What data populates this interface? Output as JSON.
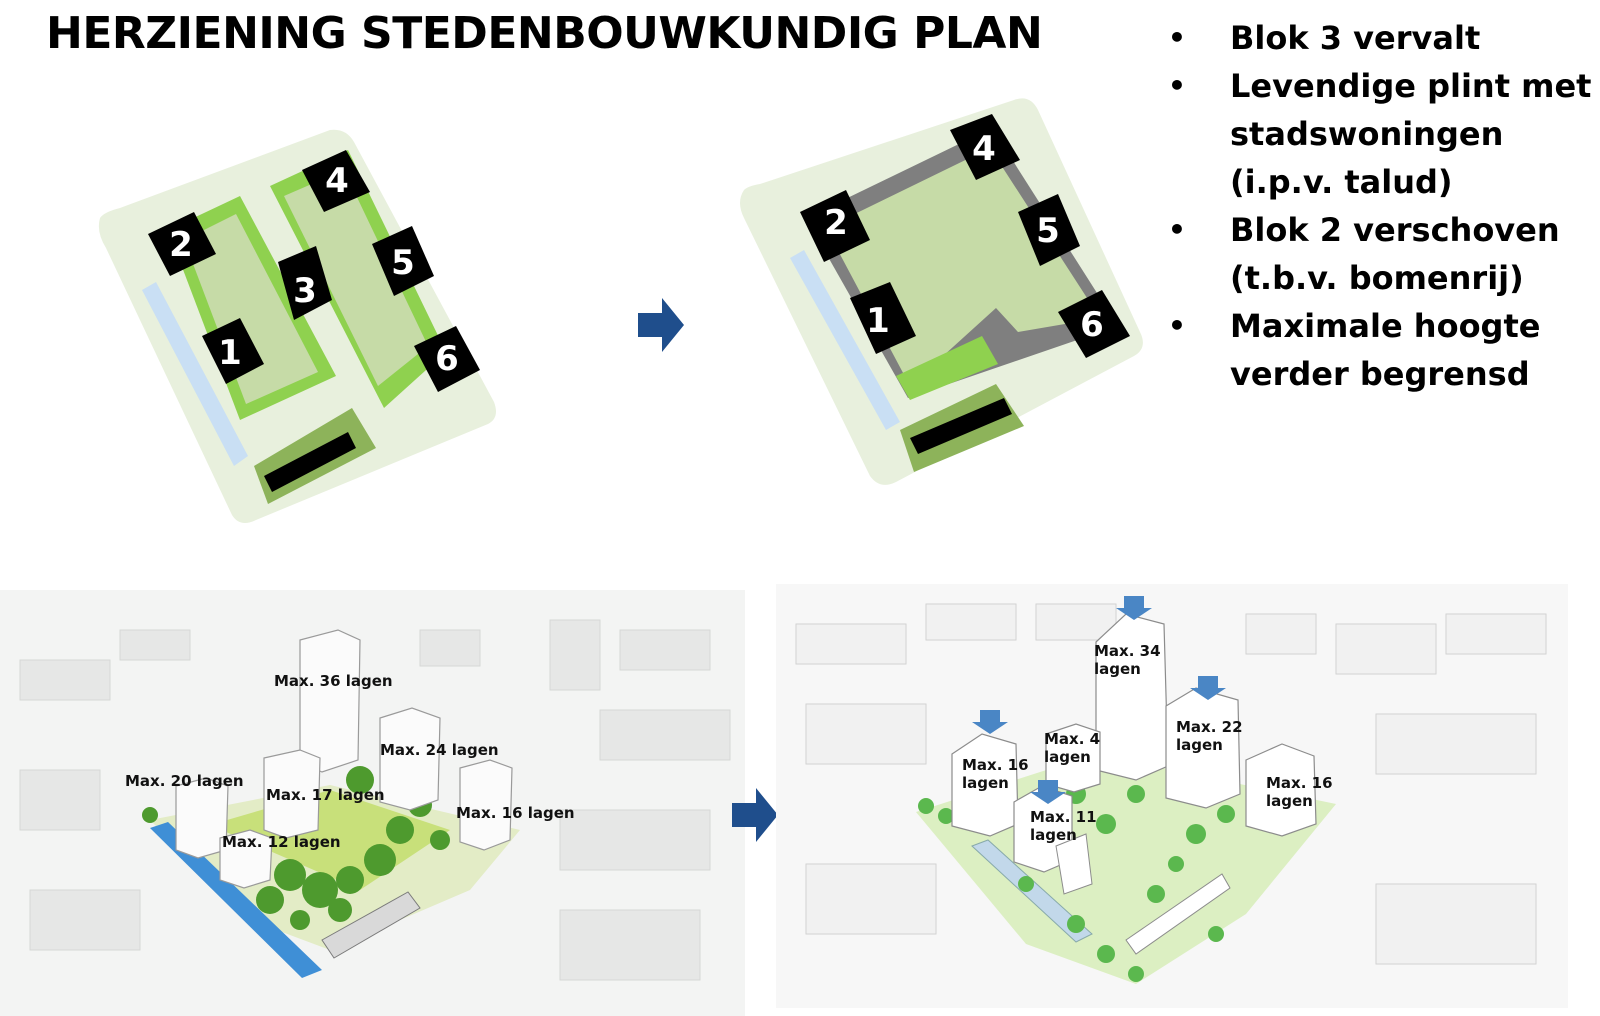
{
  "title": "HERZIENING STEDENBOUWKUNDIG PLAN",
  "bullets": [
    {
      "lines": [
        "Blok 3 vervalt"
      ]
    },
    {
      "lines": [
        "Levendige plint met",
        "stadswoningen",
        "(i.p.v. talud)"
      ]
    },
    {
      "lines": [
        "Blok 2 verschoven",
        "(t.b.v. bomenrij)"
      ]
    },
    {
      "lines": [
        "Maximale hoogte",
        "verder begrensd"
      ]
    }
  ],
  "plan_old": {
    "blocks": [
      "1",
      "2",
      "3",
      "4",
      "5",
      "6"
    ]
  },
  "plan_new": {
    "blocks": [
      "1",
      "2",
      "4",
      "5",
      "6"
    ]
  },
  "aerial_old": {
    "labels": [
      "Max. 36 lagen",
      "Max. 24 lagen",
      "Max. 20 lagen",
      "Max. 17 lagen",
      "Max. 16 lagen",
      "Max. 12 lagen"
    ]
  },
  "aerial_new": {
    "labels": [
      [
        "Max. 34",
        "lagen"
      ],
      [
        "Max. 22",
        "lagen"
      ],
      [
        "Max. 4",
        "lagen"
      ],
      [
        "Max. 16",
        "lagen"
      ],
      [
        "Max. 11",
        "lagen"
      ],
      [
        "Max. 16",
        "lagen"
      ]
    ]
  },
  "colors": {
    "arrow": "#1f4e8c",
    "site": "#e8f0dd",
    "courtyard": "#c6dba7",
    "green_edge": "#8fd14f",
    "block": "#000000",
    "plinth": "#7f7f7f",
    "water": "#c9dff4",
    "pavilion": "#8db35a",
    "down_arrow": "#4a86c5"
  }
}
